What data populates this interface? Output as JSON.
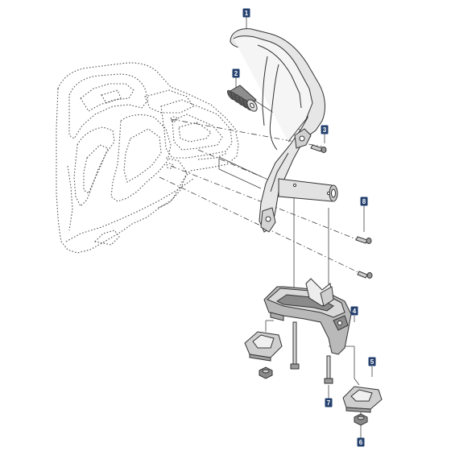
{
  "diagram": {
    "type": "exploded-parts-view",
    "callout_color": "#24406e",
    "callouts": [
      {
        "id": "callout-1",
        "label": "1"
      },
      {
        "id": "callout-2",
        "label": "2"
      },
      {
        "id": "callout-3",
        "label": "3"
      },
      {
        "id": "callout-4",
        "label": "4"
      },
      {
        "id": "callout-5",
        "label": "5"
      },
      {
        "id": "callout-6",
        "label": "6"
      },
      {
        "id": "callout-7",
        "label": "7"
      },
      {
        "id": "callout-8",
        "label": "8"
      }
    ]
  }
}
